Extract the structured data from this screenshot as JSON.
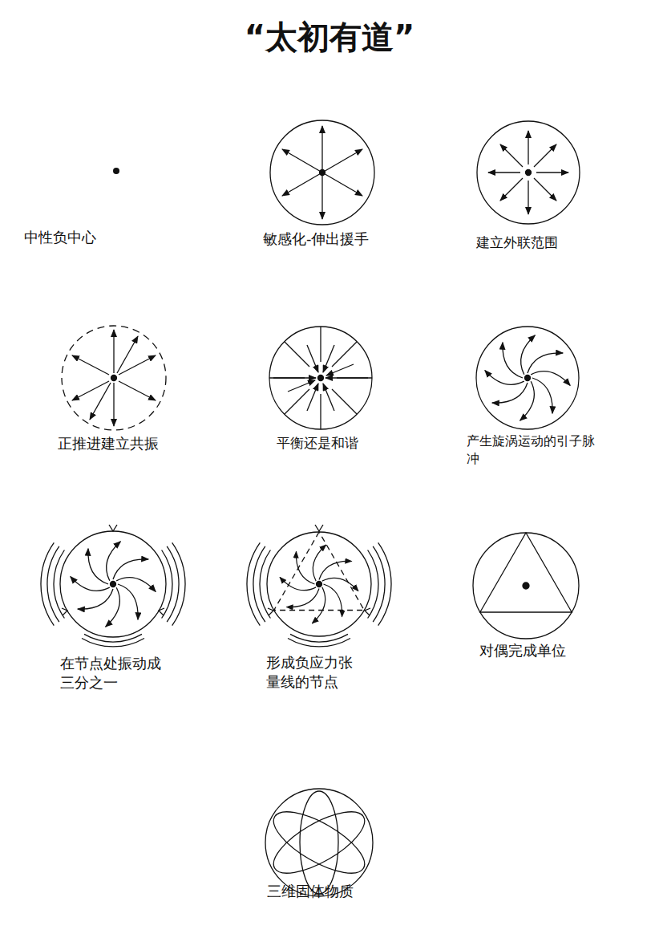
{
  "diagram": {
    "title": "“太初有道”",
    "labels": [
      "中性负中心",
      "敏感化-伸出援手",
      "建立外联范围",
      "正推进建立共振",
      "平衡还是和谐",
      "产生旋涡运动的引子脉冲",
      "在节点处振动成三分之一",
      "形成负应力张量线的节点",
      "对偶完成单位",
      "三维固体物质"
    ]
  }
}
